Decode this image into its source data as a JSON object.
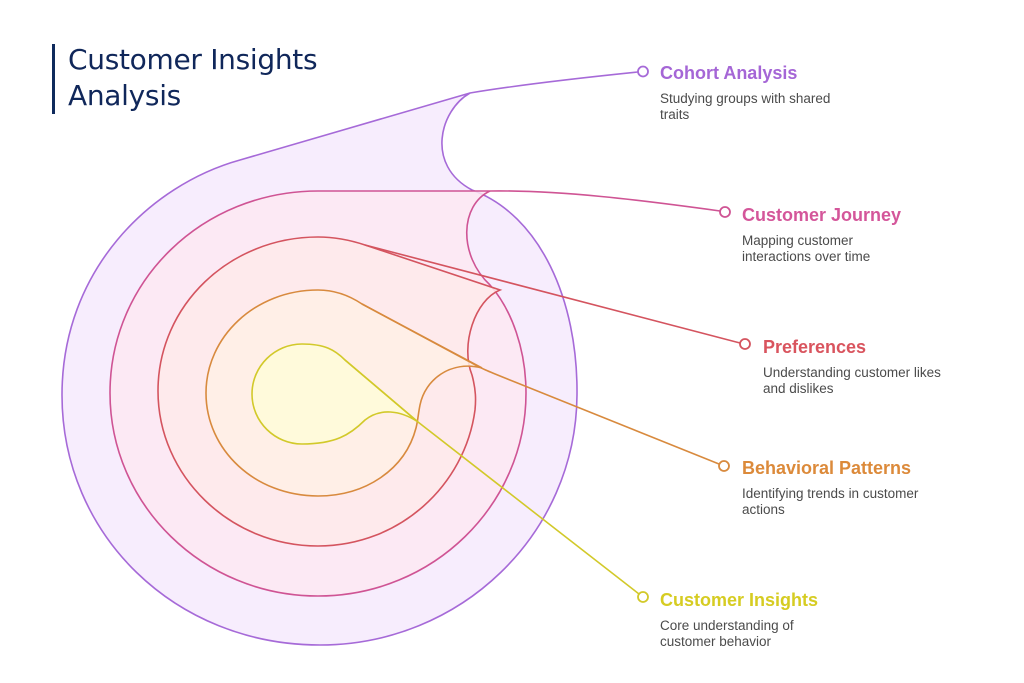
{
  "title": {
    "line1": "Customer Insights",
    "line2": "Analysis"
  },
  "layers": [
    {
      "key": "cohort",
      "title": "Cohort Analysis",
      "description_line1": "Studying groups with shared",
      "description_line2": "traits",
      "color": "#a566d6",
      "stroke": "#a66ad8",
      "fill": "#f6eafd"
    },
    {
      "key": "journey",
      "title": "Customer Journey",
      "description_line1": "Mapping customer",
      "description_line2": "interactions over time",
      "color": "#d4569a",
      "stroke": "#cf5494",
      "fill": "#fde8f2"
    },
    {
      "key": "preferences",
      "title": "Preferences",
      "description_line1": "Understanding customer likes",
      "description_line2": "and dislikes",
      "color": "#d9545e",
      "stroke": "#d4545f",
      "fill": "#feeaea"
    },
    {
      "key": "behavioral",
      "title": "Behavioral Patterns",
      "description_line1": "Identifying trends in customer",
      "description_line2": "actions",
      "color": "#dc8a3a",
      "stroke": "#d88a3e",
      "fill": "#fff0e6"
    },
    {
      "key": "insights",
      "title": "Customer Insights",
      "description_line1": "Core understanding of",
      "description_line2": "customer behavior",
      "color": "#d6cc22",
      "stroke": "#d2c92a",
      "fill": "#fffbd8"
    }
  ]
}
